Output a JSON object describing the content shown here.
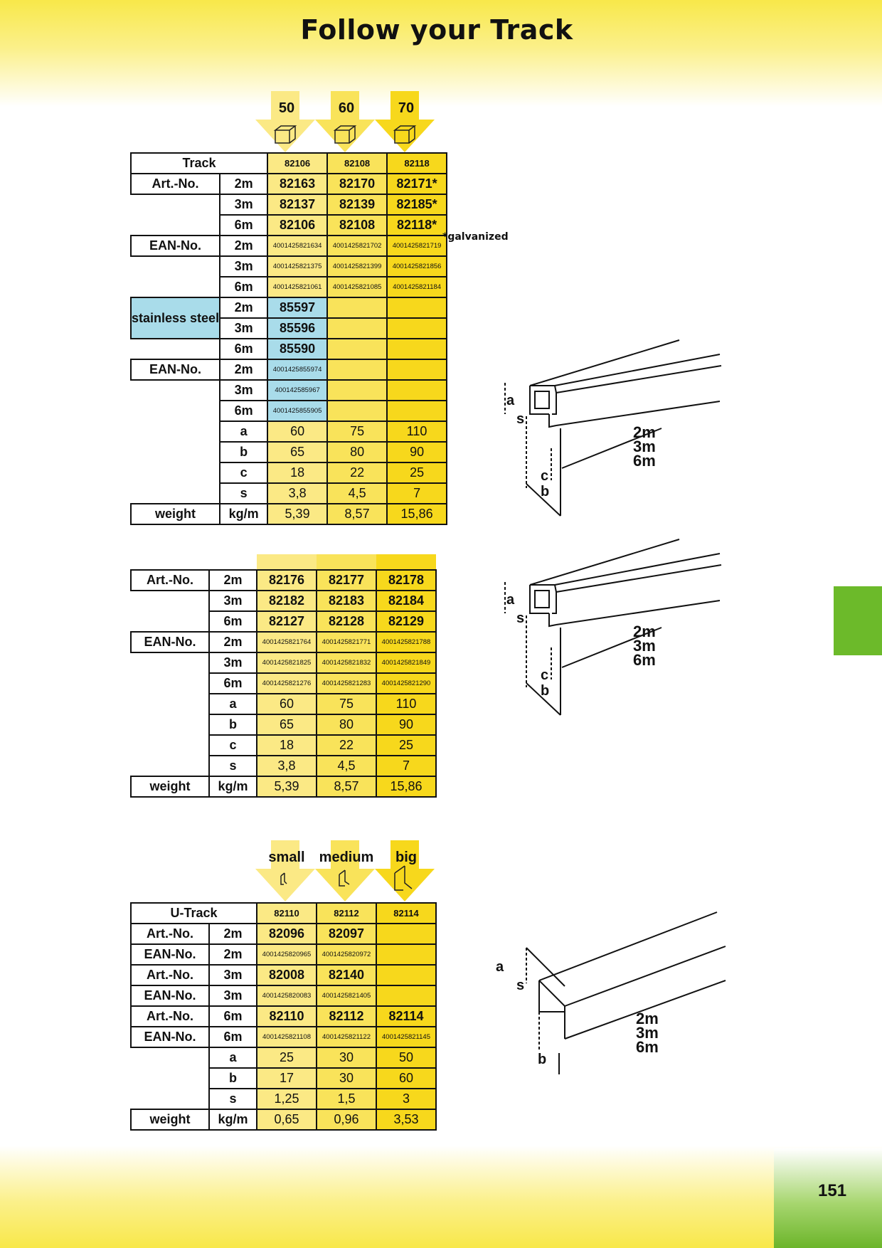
{
  "page": {
    "title": "Follow your Track",
    "page_number": "151",
    "footnote": "*galvanized"
  },
  "track_sizes": [
    "50",
    "60",
    "70"
  ],
  "u_track_sizes": [
    "small",
    "medium",
    "big"
  ],
  "table1": {
    "header": {
      "label": "Track",
      "cols": [
        "82106",
        "82108",
        "82118"
      ]
    },
    "rows": [
      {
        "label": "Art.-No.",
        "len": "2m",
        "v": [
          "82163",
          "82170",
          "82171*"
        ]
      },
      {
        "label": "",
        "len": "3m",
        "v": [
          "82137",
          "82139",
          "82185*"
        ]
      },
      {
        "label": "",
        "len": "6m",
        "v": [
          "82106",
          "82108",
          "82118*"
        ]
      },
      {
        "label": "EAN-No.",
        "len": "2m",
        "v": [
          "4001425821634",
          "4001425821702",
          "4001425821719"
        ]
      },
      {
        "label": "",
        "len": "3m",
        "v": [
          "4001425821375",
          "4001425821399",
          "4001425821856"
        ]
      },
      {
        "label": "",
        "len": "6m",
        "v": [
          "4001425821061",
          "4001425821085",
          "4001425821184"
        ]
      },
      {
        "label": "stainless steel",
        "len": "2m",
        "v": [
          "85597",
          "",
          ""
        ]
      },
      {
        "label": "",
        "len": "3m",
        "v": [
          "85596",
          "",
          ""
        ]
      },
      {
        "label": "",
        "len": "6m",
        "v": [
          "85590",
          "",
          ""
        ]
      },
      {
        "label": "EAN-No.",
        "len": "2m",
        "v": [
          "4001425855974",
          "",
          ""
        ]
      },
      {
        "label": "",
        "len": "3m",
        "v": [
          "400142585967",
          "",
          ""
        ]
      },
      {
        "label": "",
        "len": "6m",
        "v": [
          "4001425855905",
          "",
          ""
        ]
      },
      {
        "label": "",
        "len": "a",
        "v": [
          "60",
          "75",
          "110"
        ]
      },
      {
        "label": "",
        "len": "b",
        "v": [
          "65",
          "80",
          "90"
        ]
      },
      {
        "label": "",
        "len": "c",
        "v": [
          "18",
          "22",
          "25"
        ]
      },
      {
        "label": "",
        "len": "s",
        "v": [
          "3,8",
          "4,5",
          "7"
        ]
      },
      {
        "label": "weight",
        "len": "kg/m",
        "v": [
          "5,39",
          "8,57",
          "15,86"
        ]
      }
    ]
  },
  "table2": {
    "rows": [
      {
        "label": "Art.-No.",
        "len": "2m",
        "v": [
          "82176",
          "82177",
          "82178"
        ]
      },
      {
        "label": "",
        "len": "3m",
        "v": [
          "82182",
          "82183",
          "82184"
        ]
      },
      {
        "label": "",
        "len": "6m",
        "v": [
          "82127",
          "82128",
          "82129"
        ]
      },
      {
        "label": "EAN-No.",
        "len": "2m",
        "v": [
          "4001425821764",
          "4001425821771",
          "4001425821788"
        ]
      },
      {
        "label": "",
        "len": "3m",
        "v": [
          "4001425821825",
          "4001425821832",
          "4001425821849"
        ]
      },
      {
        "label": "",
        "len": "6m",
        "v": [
          "4001425821276",
          "4001425821283",
          "4001425821290"
        ]
      },
      {
        "label": "",
        "len": "a",
        "v": [
          "60",
          "75",
          "110"
        ]
      },
      {
        "label": "",
        "len": "b",
        "v": [
          "65",
          "80",
          "90"
        ]
      },
      {
        "label": "",
        "len": "c",
        "v": [
          "18",
          "22",
          "25"
        ]
      },
      {
        "label": "",
        "len": "s",
        "v": [
          "3,8",
          "4,5",
          "7"
        ]
      },
      {
        "label": "weight",
        "len": "kg/m",
        "v": [
          "5,39",
          "8,57",
          "15,86"
        ]
      }
    ]
  },
  "table3": {
    "header": {
      "label": "U-Track",
      "cols": [
        "82110",
        "82112",
        "82114"
      ]
    },
    "rows": [
      {
        "label": "Art.-No.",
        "len": "2m",
        "v": [
          "82096",
          "82097",
          ""
        ]
      },
      {
        "label": "EAN-No.",
        "len": "2m",
        "v": [
          "4001425820965",
          "4001425820972",
          ""
        ]
      },
      {
        "label": "Art.-No.",
        "len": "3m",
        "v": [
          "82008",
          "82140",
          ""
        ]
      },
      {
        "label": "EAN-No.",
        "len": "3m",
        "v": [
          "4001425820083",
          "4001425821405",
          ""
        ]
      },
      {
        "label": "Art.-No.",
        "len": "6m",
        "v": [
          "82110",
          "82112",
          "82114"
        ]
      },
      {
        "label": "EAN-No.",
        "len": "6m",
        "v": [
          "4001425821108",
          "4001425821122",
          "4001425821145"
        ]
      },
      {
        "label": "",
        "len": "a",
        "v": [
          "25",
          "30",
          "50"
        ]
      },
      {
        "label": "",
        "len": "b",
        "v": [
          "17",
          "30",
          "60"
        ]
      },
      {
        "label": "",
        "len": "s",
        "v": [
          "1,25",
          "1,5",
          "3"
        ]
      },
      {
        "label": "weight",
        "len": "kg/m",
        "v": [
          "0,65",
          "0,96",
          "3,53"
        ]
      }
    ]
  },
  "drawing_labels": {
    "a": "a",
    "s": "s",
    "c": "c",
    "b": "b",
    "len2": "2m",
    "len3": "3m",
    "len6": "6m"
  },
  "colors": {
    "col1": "#fbe985",
    "col2": "#f9e35a",
    "col3": "#f7d81c",
    "stainless": "#a9dcea",
    "tab": "#6cba2a"
  }
}
